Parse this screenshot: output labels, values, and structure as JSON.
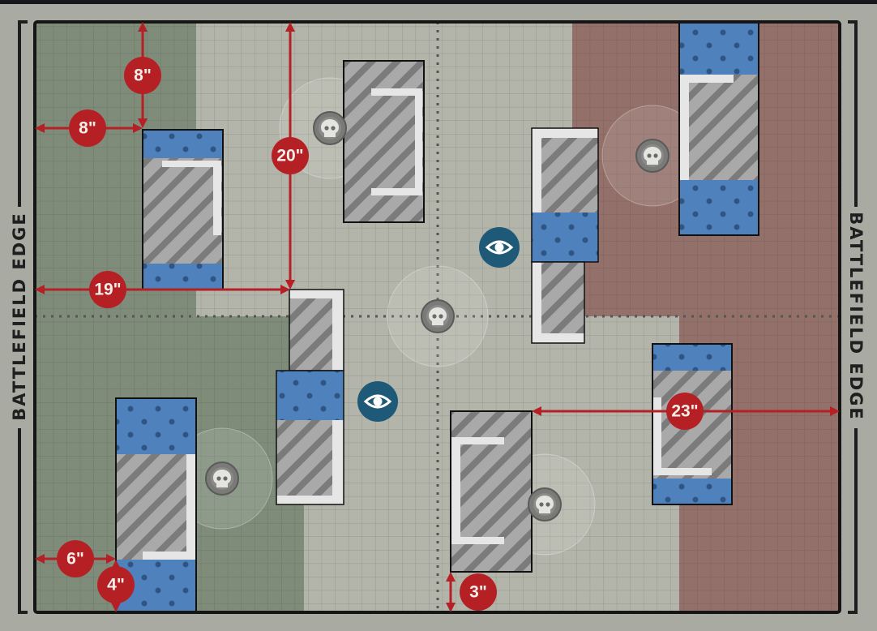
{
  "edges": {
    "left": "BATTLEFIELD EDGE",
    "right": "BATTLEFIELD EDGE"
  },
  "measurements": [
    {
      "label": "8\"",
      "inches": 8,
      "direction": "vertical"
    },
    {
      "label": "8\"",
      "inches": 8,
      "direction": "horizontal"
    },
    {
      "label": "20\"",
      "inches": 20,
      "direction": "vertical"
    },
    {
      "label": "19\"",
      "inches": 19,
      "direction": "horizontal"
    },
    {
      "label": "6\"",
      "inches": 6,
      "direction": "horizontal"
    },
    {
      "label": "4\"",
      "inches": 4,
      "direction": "vertical"
    },
    {
      "label": "3\"",
      "inches": 3,
      "direction": "vertical"
    },
    {
      "label": "23\"",
      "inches": 23,
      "direction": "horizontal"
    }
  ],
  "icons": {
    "objective": "skull-icon",
    "vantage": "eye-icon"
  },
  "colors": {
    "background": "#a9aaa2",
    "board": "#b3b5aa",
    "zone_green": "#7f8c7a",
    "zone_red": "#94706a",
    "measure_red": "#b52025",
    "blue_area": "#4f82bd",
    "eye_marker": "#1e5a78"
  }
}
